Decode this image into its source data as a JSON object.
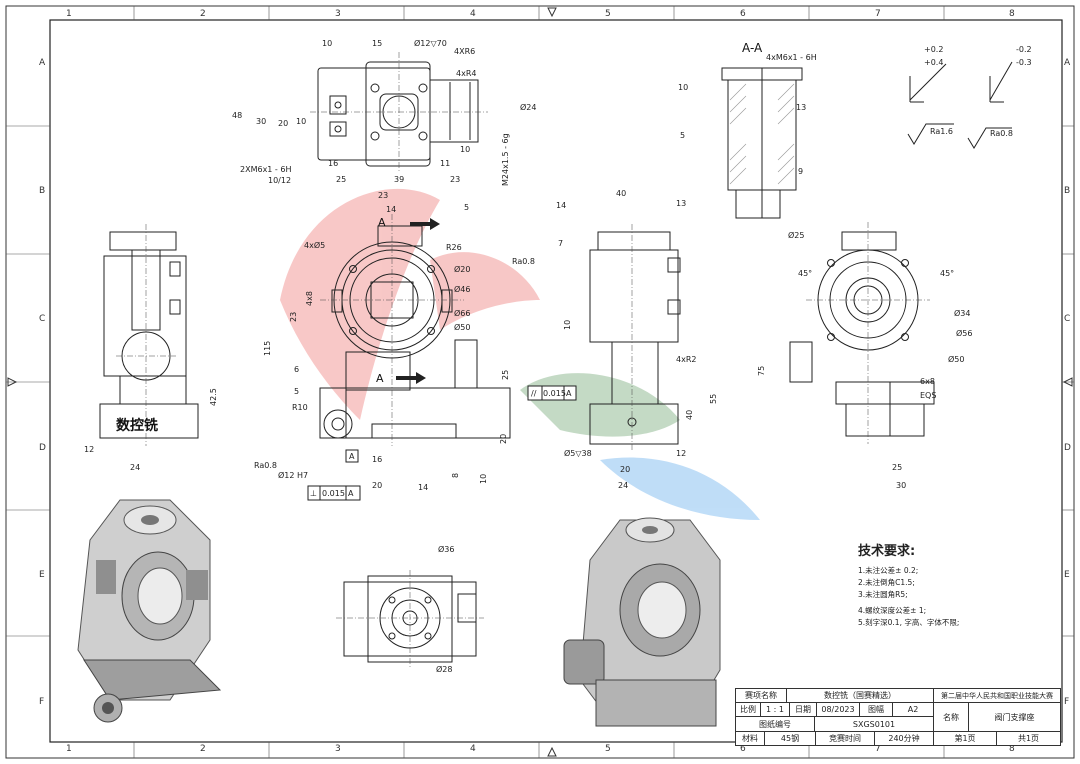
{
  "zones": {
    "columns": [
      "1",
      "2",
      "3",
      "4",
      "5",
      "6",
      "7",
      "8"
    ],
    "rows": [
      "A",
      "B",
      "C",
      "D",
      "E",
      "F"
    ]
  },
  "section_label": "A-A",
  "view_arrow_label": "A",
  "engraving_text": "数控铣",
  "general_tolerance": {
    "plus_a": "+0.2",
    "plus_b": "+0.4",
    "minus_a": "-0.2",
    "minus_b": "-0.3"
  },
  "surface_finish": {
    "primary": "Ra1.6",
    "secondary": "Ra0.8"
  },
  "dimensions": {
    "top_view": [
      "10",
      "15",
      "Ø12▽70",
      "4XR6",
      "4xR4",
      "48",
      "30",
      "20",
      "10",
      "Ø24",
      "16",
      "25",
      "39",
      "11",
      "10",
      "23",
      "2XM6x1 - 6H",
      "10/12",
      "M24x1.5 - 6g"
    ],
    "front_view": [
      "23",
      "14",
      "5",
      "4xØ5",
      "R26",
      "Ø20",
      "Ra0.8",
      "Ø46",
      "Ø66",
      "Ø50",
      "4x8",
      "23",
      "115",
      "6",
      "5",
      "25",
      "R10",
      "Ø12 H7",
      "16",
      "20",
      "14",
      "8",
      "10",
      "20",
      "Ra0.8"
    ],
    "section_view": [
      "4xM6x1 - 6H",
      "10",
      "13",
      "5",
      "9"
    ],
    "right_view": [
      "40",
      "14",
      "13",
      "7",
      "10",
      "4xR2",
      "40",
      "55",
      "Ø5▽38",
      "20",
      "12",
      "24"
    ],
    "far_right_view": [
      "Ø25",
      "45°",
      "45°",
      "Ø34",
      "Ø56",
      "Ø50",
      "75",
      "6x8",
      "EQS",
      "25",
      "30"
    ],
    "bottom_view": [
      "Ø36",
      "Ø28"
    ],
    "left_view": [
      "42.5",
      "12",
      "24"
    ]
  },
  "geometric_tolerances": [
    {
      "symbol": "//",
      "value": "0.015",
      "datum": "A"
    },
    {
      "symbol": "⊥",
      "value": "0.015",
      "datum": "A"
    }
  ],
  "datum_label": "A",
  "tech_requirements": {
    "title": "技术要求:",
    "items": [
      "1.未注公差± 0.2;",
      "2.未注倒角C1.5;",
      "3.未注圆角R5;",
      "4.螺纹深度公差± 1;",
      "5.刻字深0.1, 字高、字体不限;"
    ]
  },
  "title_block": {
    "project_label": "赛项名称",
    "project_value": "数控铣（国赛精选）",
    "competition": "第二届中华人民共和国职业技能大赛",
    "scale_label": "比例",
    "scale_value": "1 : 1",
    "date_label": "日期",
    "date_value": "08/2023",
    "format_label": "图幅",
    "format_value": "A2",
    "drawing_no_label": "图纸编号",
    "drawing_no_value": "SXGS0101",
    "name_label": "名称",
    "name_value": "阀门支撑座",
    "material_label": "材料",
    "material_value": "45钢",
    "time_label": "竞赛时间",
    "time_value": "240分钟",
    "sheet_label": "共1页",
    "sheet_value": "第1页"
  }
}
